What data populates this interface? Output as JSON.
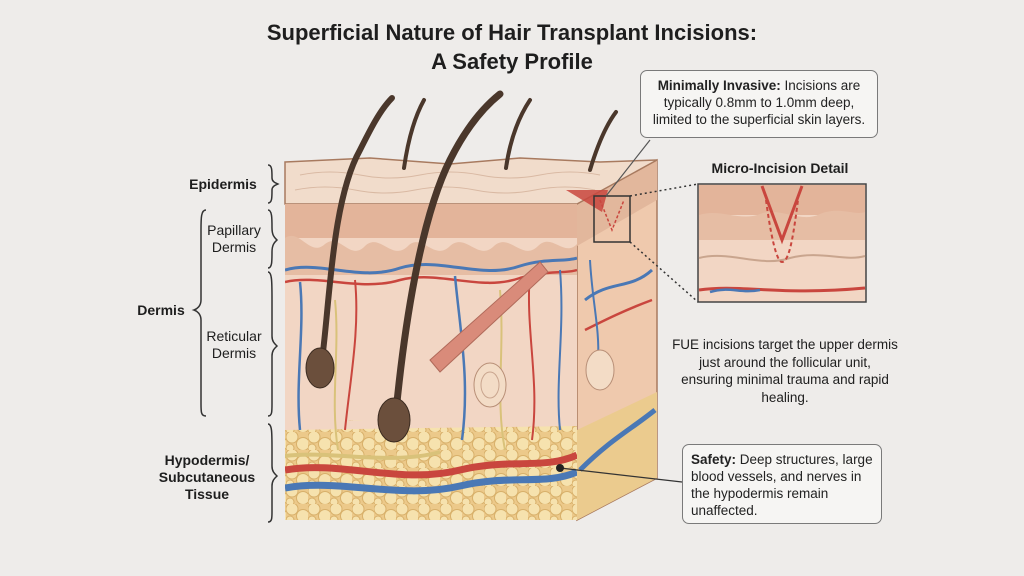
{
  "title": {
    "line1": "Superficial Nature of Hair Transplant Incisions:",
    "line2": "A Safety Profile"
  },
  "layers": {
    "epidermis": "Epidermis",
    "papillary_1": "Papillary",
    "papillary_2": "Dermis",
    "dermis": "Dermis",
    "reticular_1": "Reticular",
    "reticular_2": "Dermis",
    "hypodermis_1": "Hypodermis/",
    "hypodermis_2": "Subcutaneous",
    "hypodermis_3": "Tissue"
  },
  "callouts": {
    "minimally_invasive": {
      "bold": "Minimally Invasive:",
      "text": " Incisions are typically 0.8mm to 1.0mm deep, limited to the superficial skin layers."
    },
    "detail_title": "Micro-Incision Detail",
    "fue_note": "FUE incisions target the upper dermis just around the follicular unit, ensuring minimal trauma and rapid healing.",
    "safety": {
      "bold": "Safety:",
      "text": " Deep structures, large blood vessels, and nerves in the hypodermis remain unaffected."
    }
  },
  "colors": {
    "background": "#eeecea",
    "epidermis": "#e9c7b1",
    "dermis": "#f2d6c4",
    "fat": "#f1d79a",
    "hair": "#4a372b",
    "artery": "#c9463e",
    "vein": "#4a78b5",
    "nerve": "#d9c27a"
  }
}
